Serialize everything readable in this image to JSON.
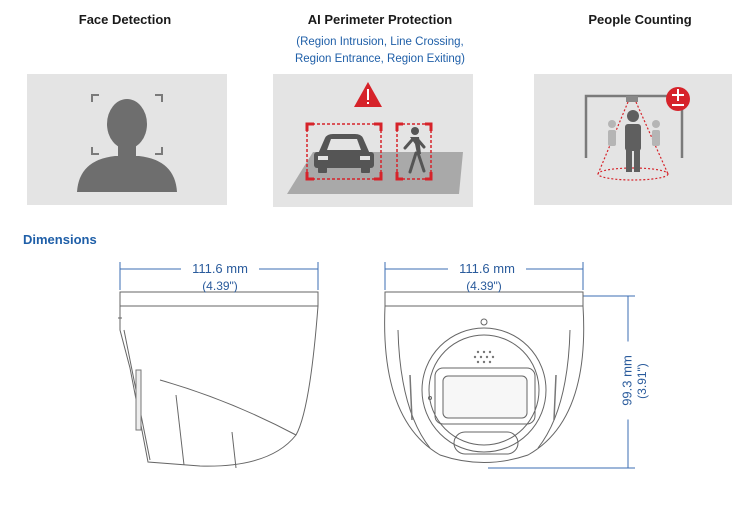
{
  "features": [
    {
      "title": "Face Detection"
    },
    {
      "title": "AI Perimeter Protection",
      "detail_line1": "(Region Intrusion, Line Crossing,",
      "detail_line2": "Region Entrance, Region Exiting)"
    },
    {
      "title": "People Counting"
    }
  ],
  "dimensions": {
    "heading": "Dimensions",
    "side_width_mm": "111.6 mm",
    "side_width_in": "(4.39\")",
    "front_width_mm": "111.6 mm",
    "front_width_in": "(4.39\")",
    "height_mm": "99.3 mm",
    "height_in": "(3.91\")"
  },
  "colors": {
    "accent_blue": "#1f5fa8",
    "alert_red": "#d6232a",
    "panel_gray": "#e4e4e4"
  }
}
